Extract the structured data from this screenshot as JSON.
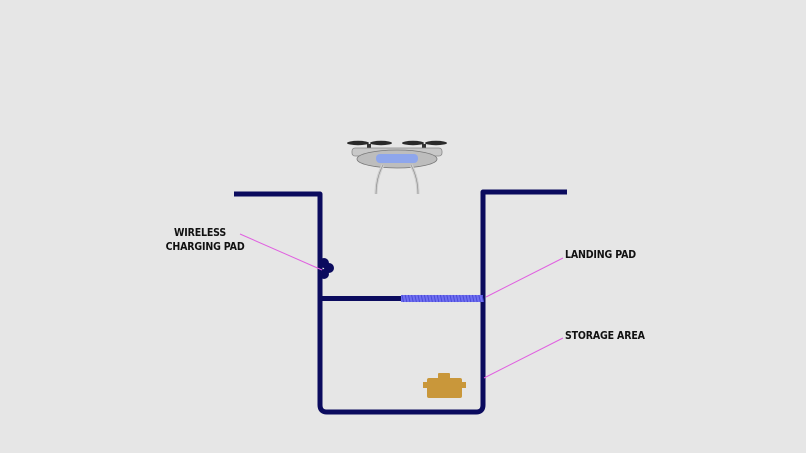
{
  "labels": {
    "wireless_line1": "WIRELESS",
    "wireless_line2": "CHARGING PAD",
    "landing_pad": "LANDING PAD",
    "storage_area": "STORAGE AREA"
  },
  "colors": {
    "background": "#e6e6e6",
    "structure": "#0b0b5e",
    "landing_pad": "#6f6ff0",
    "leader_line": "#e060e0",
    "package": "#c9973a",
    "drone_body": "#b8b8b8",
    "drone_battery": "#8ea6ec"
  },
  "icons": {
    "drone": "drone-icon",
    "package": "package-icon",
    "charging_pad": "charging-pad-icon"
  }
}
